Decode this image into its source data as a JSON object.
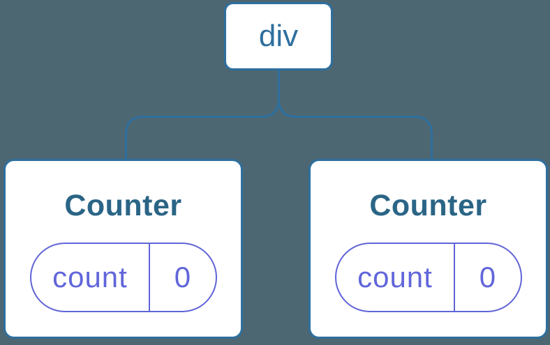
{
  "colors": {
    "background": "#4c6672",
    "node_fill": "#ffffff",
    "tree_stroke": "#2e6f9e",
    "root_label_color": "#2e6f9e",
    "component_title_color": "#2b6586",
    "state_accent": "#5f64d6"
  },
  "tree": {
    "root": {
      "label": "div"
    },
    "children": [
      {
        "title": "Counter",
        "state": {
          "key": "count",
          "value": "0"
        }
      },
      {
        "title": "Counter",
        "state": {
          "key": "count",
          "value": "0"
        }
      }
    ]
  }
}
